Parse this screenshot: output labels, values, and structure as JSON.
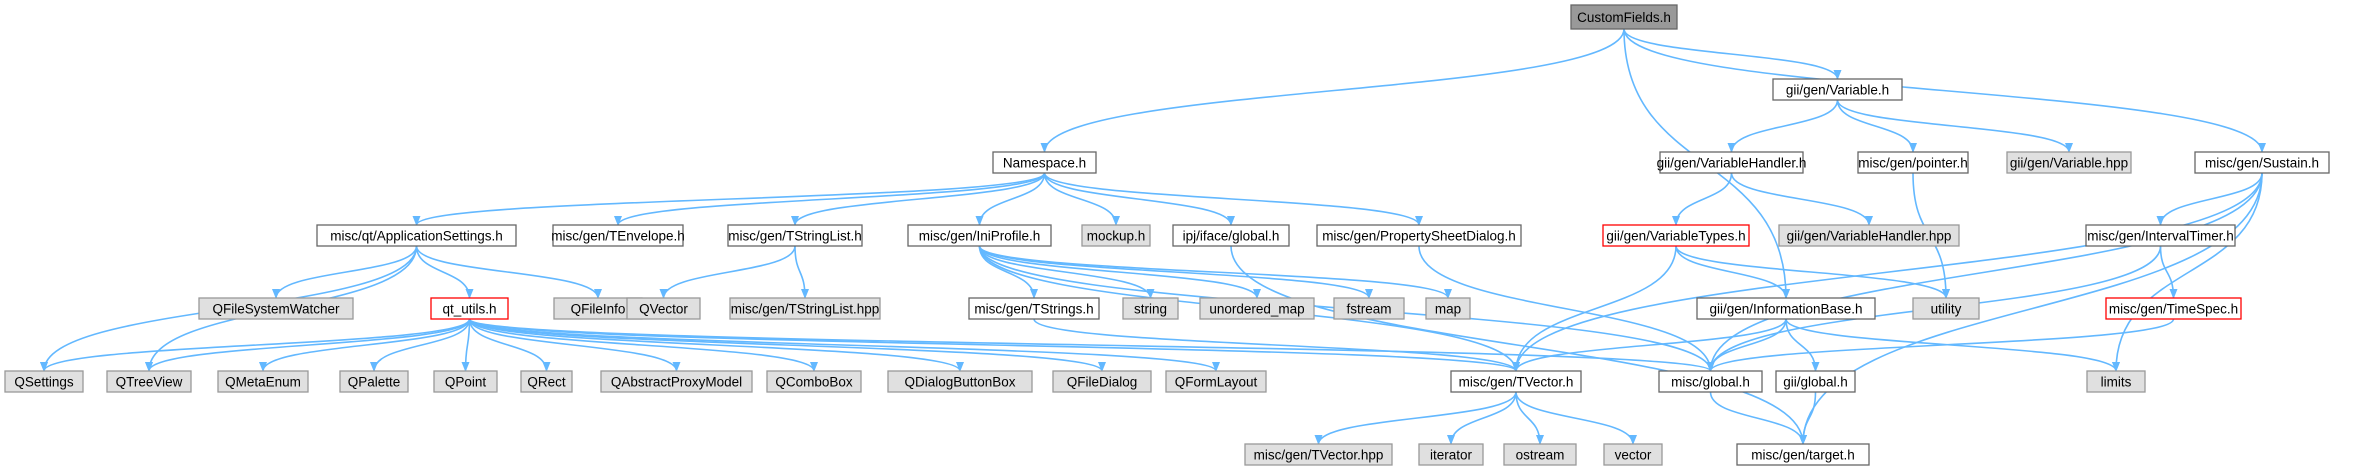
{
  "colors": {
    "edge": "#63b8ff",
    "root_fill": "#999999",
    "node_fill": "#ffffff",
    "node_border": "#666666",
    "external_fill": "#e0e0e0",
    "external_border": "#999999",
    "truncated_border": "#ff0000"
  },
  "nodes": [
    {
      "id": "customfields",
      "label": "CustomFields.h",
      "kind": "root"
    },
    {
      "id": "namespace",
      "label": "Namespace.h",
      "kind": "normal"
    },
    {
      "id": "variable",
      "label": "gii/gen/Variable.h",
      "kind": "normal"
    },
    {
      "id": "sustain",
      "label": "misc/gen/Sustain.h",
      "kind": "normal"
    },
    {
      "id": "variablehandler",
      "label": "gii/gen/VariableHandler.h",
      "kind": "normal"
    },
    {
      "id": "pointer",
      "label": "misc/gen/pointer.h",
      "kind": "normal"
    },
    {
      "id": "variablehpp",
      "label": "gii/gen/Variable.hpp",
      "kind": "external"
    },
    {
      "id": "appsettings",
      "label": "misc/qt/ApplicationSettings.h",
      "kind": "normal"
    },
    {
      "id": "tenvelope",
      "label": "misc/gen/TEnvelope.h",
      "kind": "normal"
    },
    {
      "id": "tstringlist",
      "label": "misc/gen/TStringList.h",
      "kind": "normal"
    },
    {
      "id": "iniprofile",
      "label": "misc/gen/IniProfile.h",
      "kind": "normal"
    },
    {
      "id": "mockup",
      "label": "mockup.h",
      "kind": "external"
    },
    {
      "id": "ipjglobal",
      "label": "ipj/iface/global.h",
      "kind": "normal"
    },
    {
      "id": "propsheet",
      "label": "misc/gen/PropertySheetDialog.h",
      "kind": "normal"
    },
    {
      "id": "variabletypes",
      "label": "gii/gen/VariableTypes.h",
      "kind": "truncated"
    },
    {
      "id": "variablehandlerhpp",
      "label": "gii/gen/VariableHandler.hpp",
      "kind": "external"
    },
    {
      "id": "intervaltimer",
      "label": "misc/gen/IntervalTimer.h",
      "kind": "normal"
    },
    {
      "id": "qfilesystemwatcher",
      "label": "QFileSystemWatcher",
      "kind": "external"
    },
    {
      "id": "qtutils",
      "label": "qt_utils.h",
      "kind": "truncated"
    },
    {
      "id": "qfileinfo",
      "label": "QFileInfo",
      "kind": "external"
    },
    {
      "id": "qvector",
      "label": "QVector",
      "kind": "external"
    },
    {
      "id": "tstringlisthpp",
      "label": "misc/gen/TStringList.hpp",
      "kind": "external"
    },
    {
      "id": "tstrings",
      "label": "misc/gen/TStrings.h",
      "kind": "normal"
    },
    {
      "id": "string",
      "label": "string",
      "kind": "external"
    },
    {
      "id": "unorderedmap",
      "label": "unordered_map",
      "kind": "external"
    },
    {
      "id": "fstream",
      "label": "fstream",
      "kind": "external"
    },
    {
      "id": "map",
      "label": "map",
      "kind": "external"
    },
    {
      "id": "infobase",
      "label": "gii/gen/InformationBase.h",
      "kind": "normal"
    },
    {
      "id": "utility",
      "label": "utility",
      "kind": "external"
    },
    {
      "id": "timespec",
      "label": "misc/gen/TimeSpec.h",
      "kind": "truncated"
    },
    {
      "id": "qsettings",
      "label": "QSettings",
      "kind": "external"
    },
    {
      "id": "qtreeview",
      "label": "QTreeView",
      "kind": "external"
    },
    {
      "id": "qmetaenum",
      "label": "QMetaEnum",
      "kind": "external"
    },
    {
      "id": "qpalette",
      "label": "QPalette",
      "kind": "external"
    },
    {
      "id": "qpoint",
      "label": "QPoint",
      "kind": "external"
    },
    {
      "id": "qrect",
      "label": "QRect",
      "kind": "external"
    },
    {
      "id": "qabstractproxymodel",
      "label": "QAbstractProxyModel",
      "kind": "external"
    },
    {
      "id": "qcombobox",
      "label": "QComboBox",
      "kind": "external"
    },
    {
      "id": "qdialogbuttonbox",
      "label": "QDialogButtonBox",
      "kind": "external"
    },
    {
      "id": "qfiledialog",
      "label": "QFileDialog",
      "kind": "external"
    },
    {
      "id": "qformlayout",
      "label": "QFormLayout",
      "kind": "external"
    },
    {
      "id": "tvector",
      "label": "misc/gen/TVector.h",
      "kind": "normal"
    },
    {
      "id": "miscglobal",
      "label": "misc/global.h",
      "kind": "normal"
    },
    {
      "id": "giiglobal",
      "label": "gii/global.h",
      "kind": "normal"
    },
    {
      "id": "limits",
      "label": "limits",
      "kind": "external"
    },
    {
      "id": "tvectorhpp",
      "label": "misc/gen/TVector.hpp",
      "kind": "external"
    },
    {
      "id": "iterator",
      "label": "iterator",
      "kind": "external"
    },
    {
      "id": "ostream",
      "label": "ostream",
      "kind": "external"
    },
    {
      "id": "vector",
      "label": "vector",
      "kind": "external"
    },
    {
      "id": "target",
      "label": "misc/gen/target.h",
      "kind": "normal"
    }
  ],
  "edges": [
    [
      "customfields",
      "namespace"
    ],
    [
      "customfields",
      "variable"
    ],
    [
      "customfields",
      "sustain"
    ],
    [
      "customfields",
      "infobase"
    ],
    [
      "variable",
      "variablehandler"
    ],
    [
      "variable",
      "pointer"
    ],
    [
      "variable",
      "variablehpp"
    ],
    [
      "variablehandler",
      "variabletypes"
    ],
    [
      "variablehandler",
      "variablehandlerhpp"
    ],
    [
      "pointer",
      "utility"
    ],
    [
      "sustain",
      "intervaltimer"
    ],
    [
      "sustain",
      "tvector"
    ],
    [
      "sustain",
      "miscglobal"
    ],
    [
      "sustain",
      "limits"
    ],
    [
      "sustain",
      "target"
    ],
    [
      "namespace",
      "appsettings"
    ],
    [
      "namespace",
      "tenvelope"
    ],
    [
      "namespace",
      "tstringlist"
    ],
    [
      "namespace",
      "iniprofile"
    ],
    [
      "namespace",
      "mockup"
    ],
    [
      "namespace",
      "ipjglobal"
    ],
    [
      "namespace",
      "propsheet"
    ],
    [
      "appsettings",
      "qfilesystemwatcher"
    ],
    [
      "appsettings",
      "qtutils"
    ],
    [
      "appsettings",
      "qfileinfo"
    ],
    [
      "appsettings",
      "qsettings"
    ],
    [
      "appsettings",
      "qtreeview"
    ],
    [
      "tstringlist",
      "qvector"
    ],
    [
      "tstringlist",
      "tstringlisthpp"
    ],
    [
      "iniprofile",
      "tstrings"
    ],
    [
      "iniprofile",
      "string"
    ],
    [
      "iniprofile",
      "unorderedmap"
    ],
    [
      "iniprofile",
      "fstream"
    ],
    [
      "iniprofile",
      "map"
    ],
    [
      "iniprofile",
      "tvector"
    ],
    [
      "iniprofile",
      "miscglobal"
    ],
    [
      "ipjglobal",
      "target"
    ],
    [
      "propsheet",
      "miscglobal"
    ],
    [
      "variabletypes",
      "infobase"
    ],
    [
      "variabletypes",
      "utility"
    ],
    [
      "variabletypes",
      "tvector"
    ],
    [
      "intervaltimer",
      "timespec"
    ],
    [
      "intervaltimer",
      "miscglobal"
    ],
    [
      "timespec",
      "miscglobal"
    ],
    [
      "infobase",
      "tvector"
    ],
    [
      "infobase",
      "miscglobal"
    ],
    [
      "infobase",
      "giiglobal"
    ],
    [
      "infobase",
      "limits"
    ],
    [
      "qtutils",
      "qsettings"
    ],
    [
      "qtutils",
      "qtreeview"
    ],
    [
      "qtutils",
      "qmetaenum"
    ],
    [
      "qtutils",
      "qpalette"
    ],
    [
      "qtutils",
      "qpoint"
    ],
    [
      "qtutils",
      "qrect"
    ],
    [
      "qtutils",
      "qabstractproxymodel"
    ],
    [
      "qtutils",
      "qcombobox"
    ],
    [
      "qtutils",
      "qdialogbuttonbox"
    ],
    [
      "qtutils",
      "qfiledialog"
    ],
    [
      "qtutils",
      "qformlayout"
    ],
    [
      "qtutils",
      "tvector"
    ],
    [
      "qtutils",
      "miscglobal"
    ],
    [
      "tstrings",
      "tvector"
    ],
    [
      "tvector",
      "tvectorhpp"
    ],
    [
      "tvector",
      "iterator"
    ],
    [
      "tvector",
      "ostream"
    ],
    [
      "tvector",
      "vector"
    ],
    [
      "miscglobal",
      "target"
    ],
    [
      "giiglobal",
      "target"
    ]
  ]
}
